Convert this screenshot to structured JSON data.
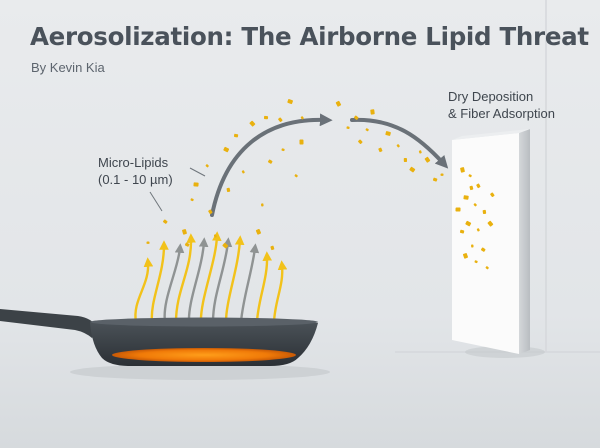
{
  "header": {
    "title": "Aerosolization: The Airborne Lipid Threat",
    "byline": "By Kevin Kia"
  },
  "labels": {
    "micro_lipids": {
      "line1": "Micro-Lipids",
      "line2": "(0.1 - 10 µm)"
    },
    "deposition": {
      "line1": "Dry Deposition",
      "line2": "& Fiber Adsorption"
    }
  },
  "colors": {
    "background": "#e2e5e8",
    "title": "#4a525b",
    "heat_arrow": "#f2c21a",
    "vapor_arrow": "#8f9393",
    "particle": "#e9b10f",
    "trajectory_arrow": "#6a7178",
    "pan_body": "#3a4046",
    "oil_glow": "#f08a0c",
    "panel": "#fbfbfb"
  },
  "icons": [
    "frying-pan-icon",
    "heat-arrow-icon",
    "particle-icon",
    "trajectory-arrow-icon",
    "wall-panel-icon"
  ]
}
